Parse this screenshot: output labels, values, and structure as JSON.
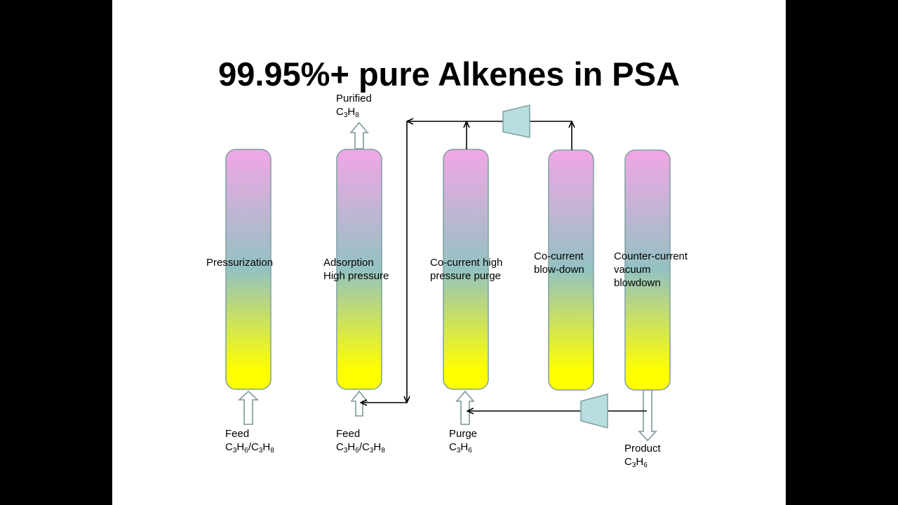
{
  "title": "99.95%+ pure Alkenes in PSA",
  "columns": [
    {
      "label_lines": [
        "Pressurization"
      ]
    },
    {
      "label_lines": [
        "Adsorption",
        "High pressure"
      ]
    },
    {
      "label_lines": [
        "Co-current high",
        "pressure purge"
      ]
    },
    {
      "label_lines": [
        "Co-current",
        "blow-down"
      ]
    },
    {
      "label_lines": [
        "Counter-current",
        "vacuum",
        "blowdown"
      ]
    }
  ],
  "streams": {
    "purified": {
      "name": "Purified",
      "formula": [
        [
          "C",
          "3"
        ],
        [
          "H",
          "8"
        ]
      ]
    },
    "feed1": {
      "name": "Feed",
      "formula": [
        [
          "C",
          "3"
        ],
        [
          "H",
          "6"
        ],
        [
          "/C",
          "3"
        ],
        [
          "H",
          "8"
        ]
      ]
    },
    "feed2": {
      "name": "Feed",
      "formula": [
        [
          "C",
          "3"
        ],
        [
          "H",
          "6"
        ],
        [
          "/C",
          "3"
        ],
        [
          "H",
          "8"
        ]
      ]
    },
    "purge": {
      "name": "Purge",
      "formula": [
        [
          "C",
          "3"
        ],
        [
          "H",
          "6"
        ]
      ]
    },
    "product": {
      "name": "Product",
      "formula": [
        [
          "C",
          "3"
        ],
        [
          "H",
          "6"
        ]
      ]
    }
  },
  "colors": {
    "column_top": "#f2a6e6",
    "column_mid": "#93c2c2",
    "column_bottom": "#ffff00",
    "column_border": "#7f9fa0",
    "compressor_fill": "#b7dfe2",
    "open_arrow_stroke": "#8aa3a6"
  }
}
